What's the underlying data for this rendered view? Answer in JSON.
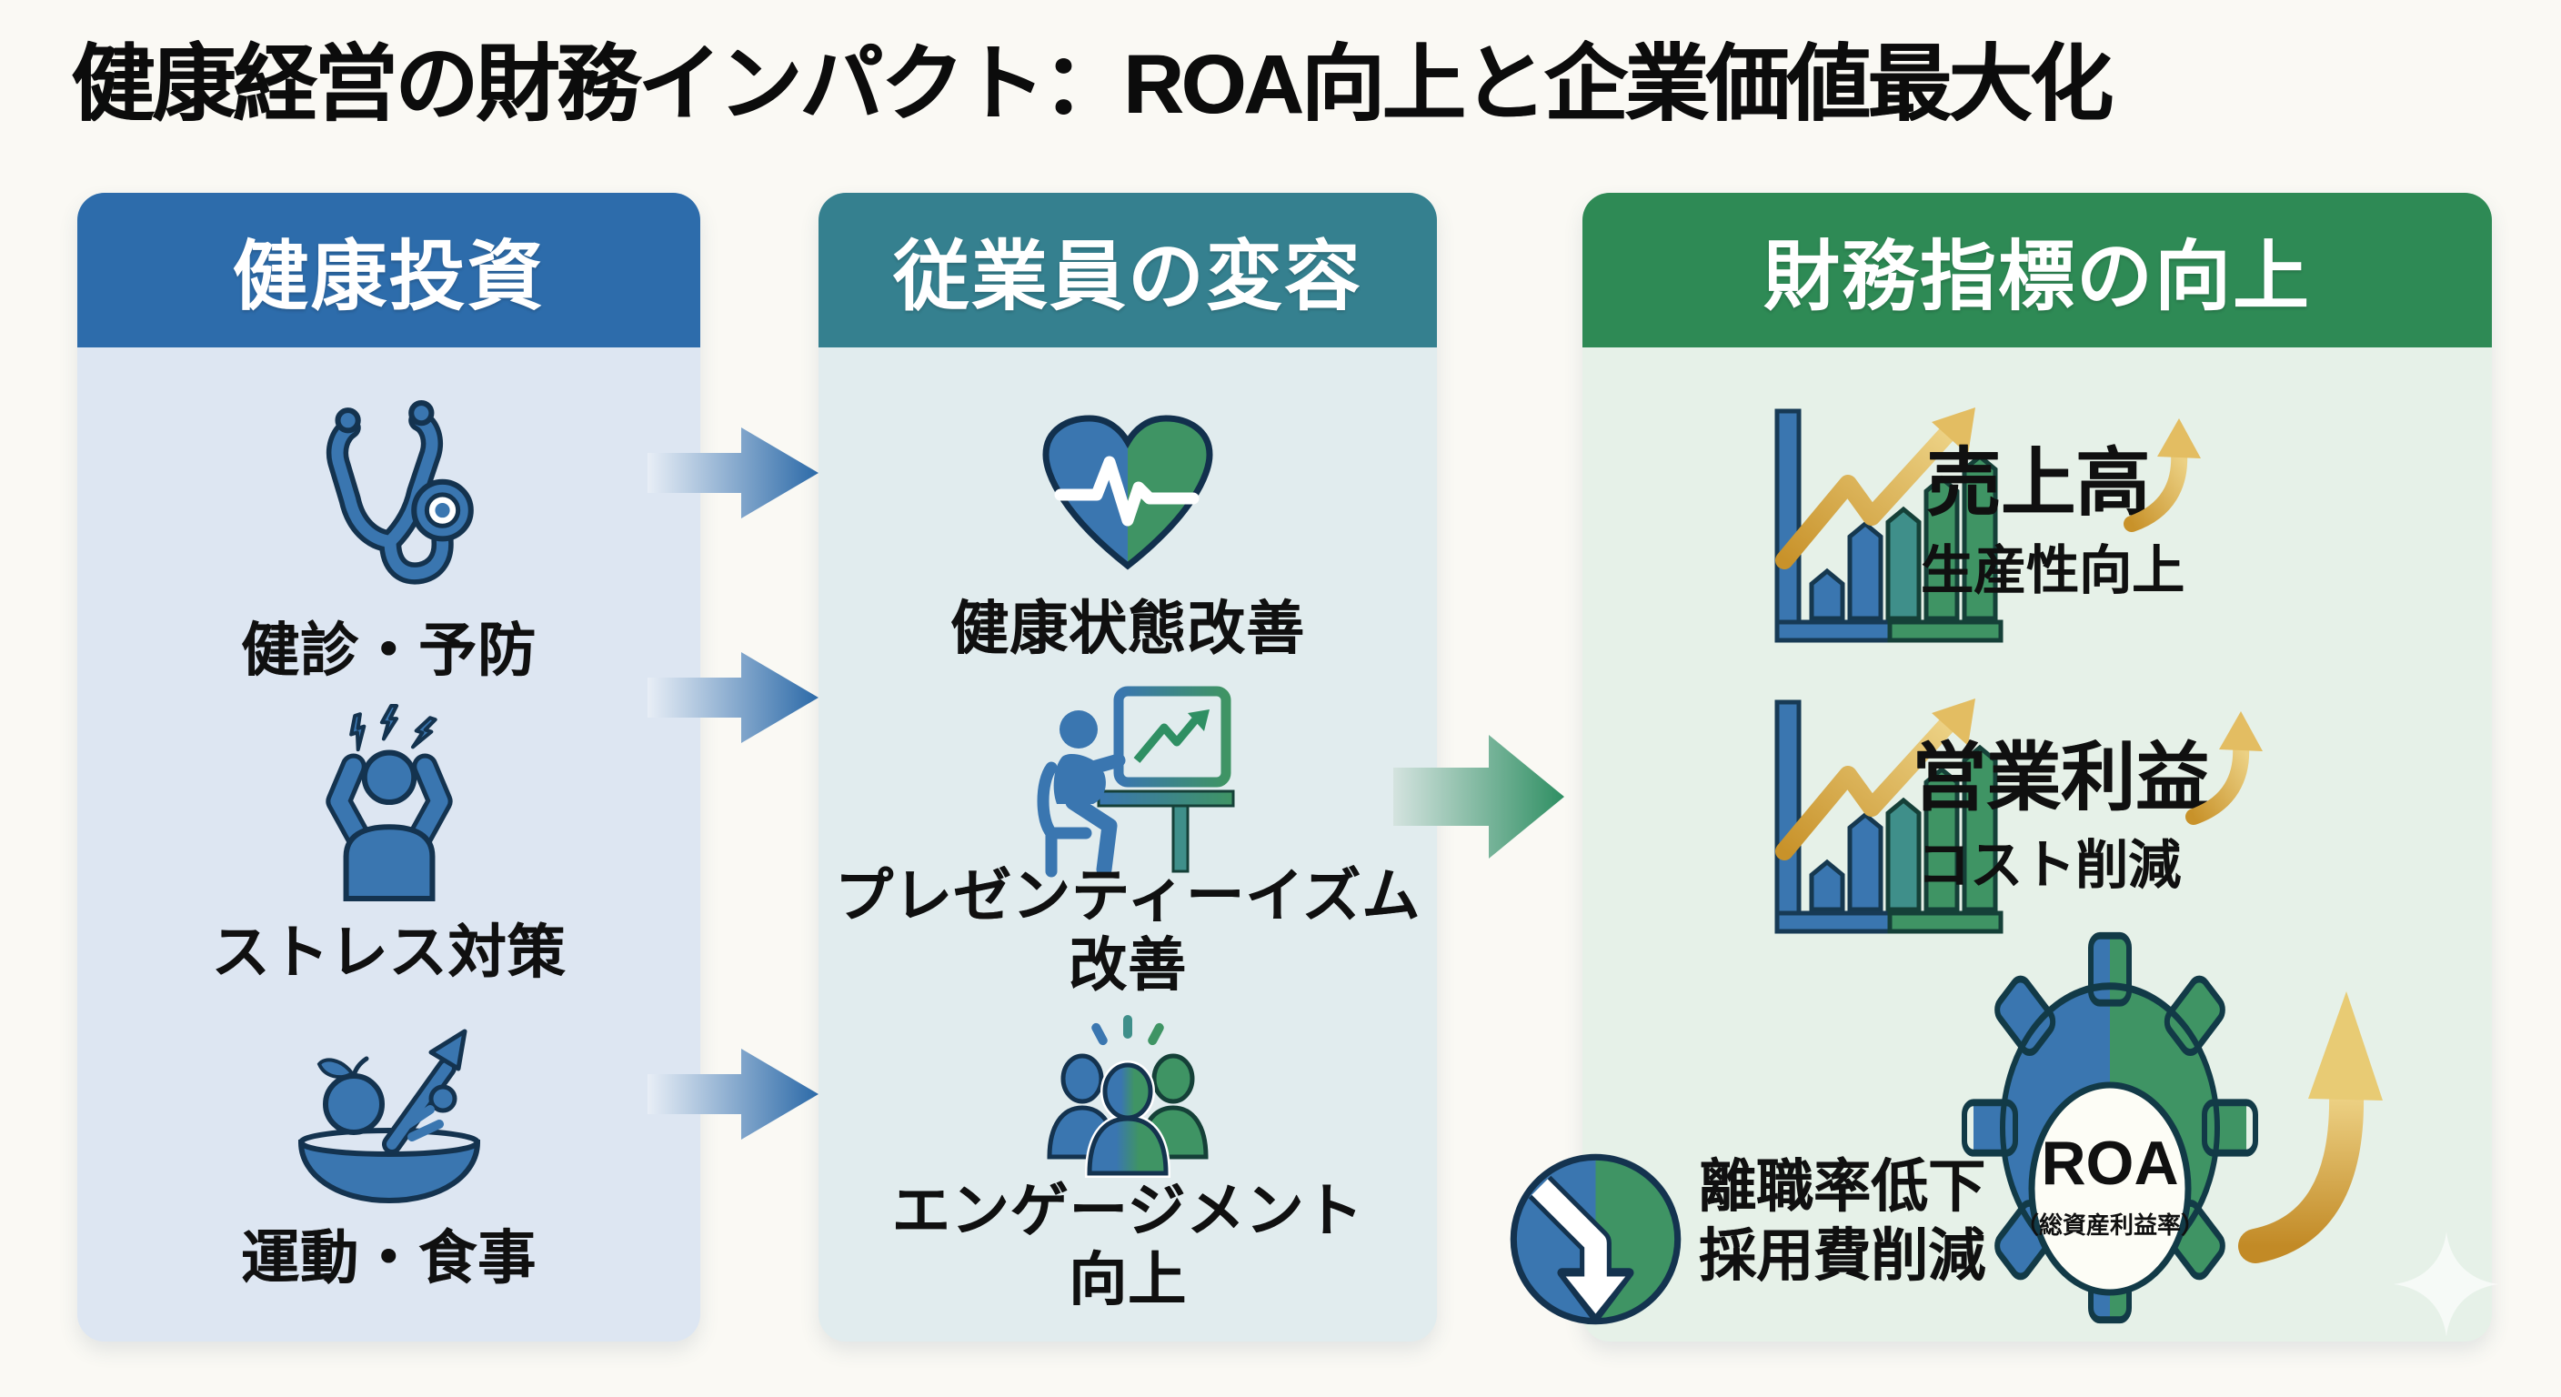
{
  "title": "健康経営の財務インパクト：ROA向上と企業価値最大化",
  "columns": [
    {
      "header": "健康投資",
      "items": [
        {
          "icon": "stethoscope-icon",
          "label": "健診・予防"
        },
        {
          "icon": "stressed-person-icon",
          "label": "ストレス対策"
        },
        {
          "icon": "diet-exercise-icon",
          "label": "運動・食事"
        }
      ]
    },
    {
      "header": "従業員の変容",
      "items": [
        {
          "icon": "heart-pulse-icon",
          "label": "健康状態改善"
        },
        {
          "icon": "presentation-icon",
          "label_line1": "プレゼンティーイズム",
          "label_line2": "改善"
        },
        {
          "icon": "team-engagement-icon",
          "label_line1": "エンゲージメント",
          "label_line2": "向上"
        }
      ]
    },
    {
      "header": "財務指標の向上",
      "items": [
        {
          "icon": "bar-chart-growth-icon",
          "title": "売上高",
          "subtitle": "生産性向上"
        },
        {
          "icon": "bar-chart-growth-icon",
          "title": "営業利益",
          "subtitle": "コスト削減"
        },
        {
          "icon": "roa-gear-icon",
          "gear_label": "ROA",
          "gear_sublabel": "（総資産利益率）"
        },
        {
          "icon": "down-circle-icon",
          "label_line1": "離職率低下",
          "label_line2": "採用費削減"
        }
      ]
    }
  ],
  "colors": {
    "header_blue": "#2d6cab",
    "header_teal": "#35808f",
    "header_green": "#2e8a55",
    "panel_blue": "#dde6f2",
    "panel_teal": "#e1ecee",
    "panel_green": "#e6f1e8",
    "icon_blue": "#3a76b0",
    "icon_teal": "#3f8f8a",
    "icon_green": "#3f9464",
    "gold": "#d7a73c",
    "outline": "#14334f",
    "text": "#101010"
  }
}
